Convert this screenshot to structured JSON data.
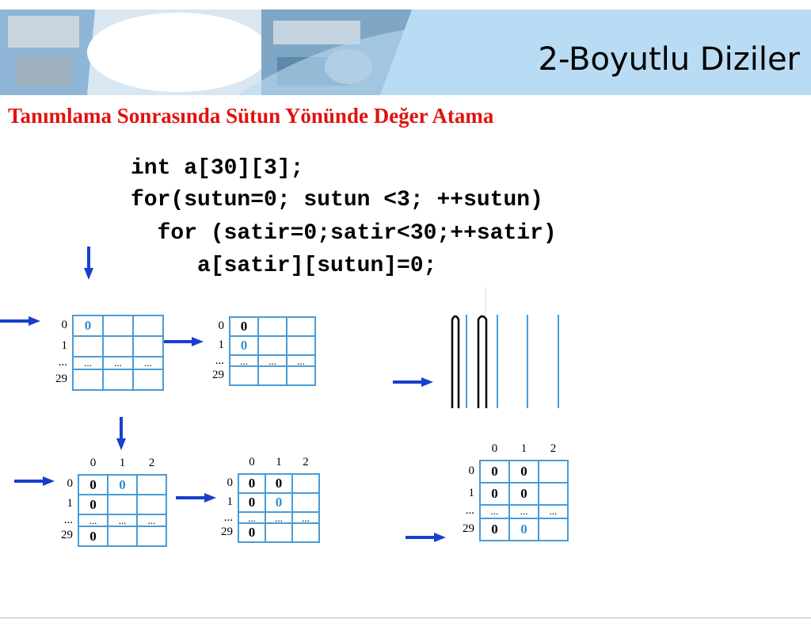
{
  "title": "2-Boyutlu Diziler",
  "subtitle": "Tanımlama Sonrasında Sütun Yönünde Değer Atama",
  "code": [
    "int a[30][3];",
    "for(sutun=0; sutun <3; ++sutun)",
    "  for (satir=0;satir<30;++satir)",
    "     a[satir][sutun]=0;"
  ],
  "colors": {
    "grid": "#4a9bd6",
    "highlight": "#2f8fd0",
    "arrow": "#1a3fcc",
    "subtitle": "#e0120e"
  },
  "tables": [
    {
      "headers": [],
      "row_labels": [
        "0",
        "1",
        "...",
        "29"
      ],
      "cells": [
        [
          "0",
          "",
          ""
        ],
        [
          "",
          "",
          ""
        ],
        [
          "...",
          "...",
          "..."
        ],
        [
          "",
          "",
          ""
        ]
      ],
      "highlight": [
        [
          0,
          0
        ]
      ]
    },
    {
      "headers": [],
      "row_labels": [
        "0",
        "1",
        "...",
        "29"
      ],
      "cells": [
        [
          "0",
          "",
          ""
        ],
        [
          "0",
          "",
          ""
        ],
        [
          "...",
          "...",
          "..."
        ],
        [
          "",
          "",
          ""
        ]
      ],
      "highlight": [
        [
          1,
          0
        ]
      ]
    },
    {
      "headers": [
        "0",
        "1",
        "2"
      ],
      "row_labels": [
        "0",
        "1",
        "...",
        "29"
      ],
      "cells": [
        [
          "0",
          "0",
          ""
        ],
        [
          "0",
          "",
          ""
        ],
        [
          "...",
          "...",
          "..."
        ],
        [
          "0",
          "",
          ""
        ]
      ],
      "highlight": [
        [
          0,
          1
        ]
      ]
    },
    {
      "headers": [
        "0",
        "1",
        "2"
      ],
      "row_labels": [
        "0",
        "1",
        "...",
        "29"
      ],
      "cells": [
        [
          "0",
          "0",
          ""
        ],
        [
          "0",
          "0",
          ""
        ],
        [
          "...",
          "...",
          "..."
        ],
        [
          "0",
          "",
          ""
        ]
      ],
      "highlight": [
        [
          1,
          1
        ]
      ]
    },
    {
      "headers": [
        "0",
        "1",
        "2"
      ],
      "row_labels": [
        "0",
        "1",
        "...",
        "29"
      ],
      "cells": [
        [
          "0",
          "0",
          ""
        ],
        [
          "0",
          "0",
          ""
        ],
        [
          "...",
          "...",
          "..."
        ],
        [
          "0",
          "0",
          ""
        ]
      ],
      "highlight": [
        [
          3,
          1
        ]
      ]
    }
  ]
}
